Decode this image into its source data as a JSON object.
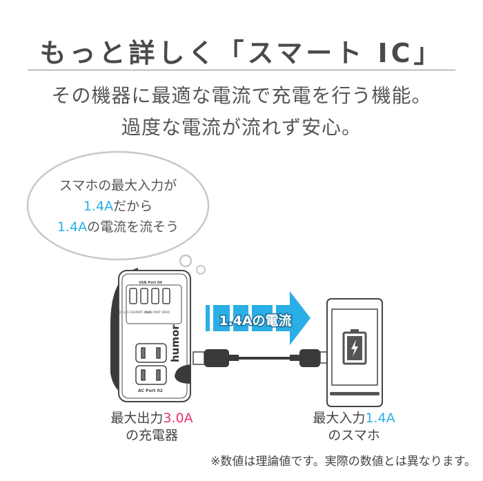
{
  "title": "もっと詳しく「スマート IC」",
  "subtitle_lines": [
    "その機器に最適な電流で充電を行う機能。",
    "過度な電流が流れず安心。"
  ],
  "bubble": {
    "line1": "スマホの最大入力が",
    "line2_value": "1.4A",
    "line2_rest": "だから",
    "line3_value": "1.4A",
    "line3_rest": "の電流を流そう"
  },
  "arrow_label": "1.4Aの電流",
  "charger": {
    "usb_label": "USB Port 04",
    "qc_label": "QC 3.0 2.0A/PORT (MAX)",
    "port_label": "2.4A / PORT (MAX)",
    "brand": "humor",
    "ac_label": "AC Port 02"
  },
  "captions": {
    "charger_prefix": "最大出力",
    "charger_value": "3.0A",
    "charger_suffix": "の充電器",
    "phone_prefix": "最大入力",
    "phone_value": "1.4A",
    "phone_suffix": "のスマホ"
  },
  "note": "※数値は理論値です。実際の数値とは異なります。",
  "colors": {
    "accent_cyan": "#29aee6",
    "accent_pink": "#e8336a"
  }
}
